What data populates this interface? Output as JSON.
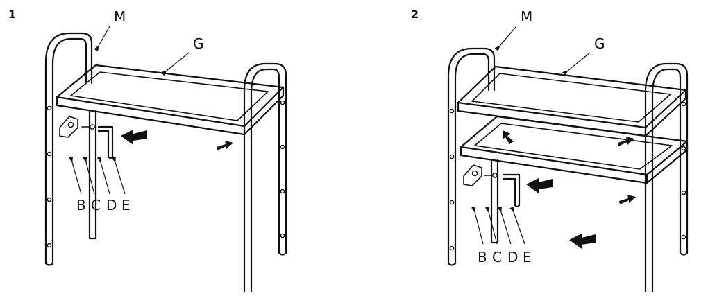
{
  "panels": [
    {
      "step": "1",
      "labels": {
        "frame": "M",
        "shelf": "G",
        "b": "B",
        "c": "C",
        "d": "D",
        "e": "E"
      }
    },
    {
      "step": "2",
      "labels": {
        "frame": "M",
        "shelf": "G",
        "b": "B",
        "c": "C",
        "d": "D",
        "e": "E"
      }
    }
  ],
  "colors": {
    "line": "#111111",
    "background": "#ffffff"
  },
  "icons": [
    "push-arrow-icon",
    "leader-arrow-icon",
    "bracket-icon",
    "screw-icon",
    "hex-key-icon"
  ]
}
